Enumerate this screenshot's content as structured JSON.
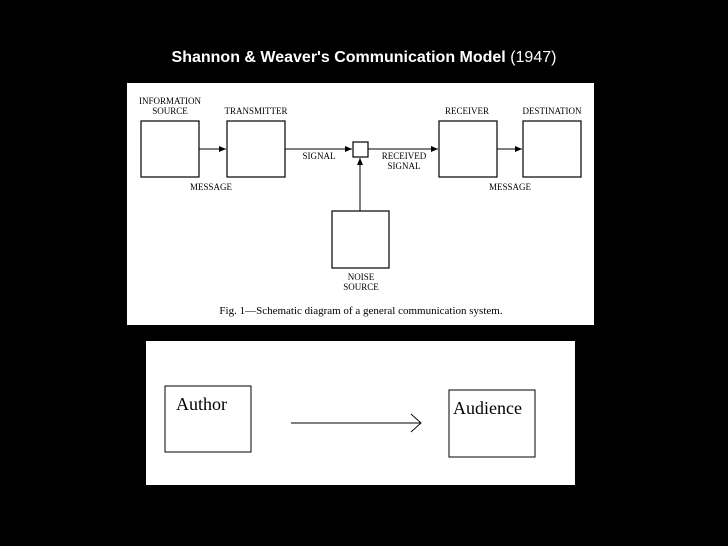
{
  "title": {
    "bold": "Shannon & Weaver's Communication Model",
    "year": "(1947)"
  },
  "diagram1": {
    "info_source_line1": "INFORMATION",
    "info_source_line2": "SOURCE",
    "transmitter": "TRANSMITTER",
    "receiver": "RECEIVER",
    "destination": "DESTINATION",
    "signal": "SIGNAL",
    "received_signal_line1": "RECEIVED",
    "received_signal_line2": "SIGNAL",
    "message_left": "MESSAGE",
    "message_right": "MESSAGE",
    "noise_line1": "NOISE",
    "noise_line2": "SOURCE",
    "caption": "Fig. 1—Schematic diagram of a general communication system."
  },
  "diagram2": {
    "author": "Author",
    "audience": "Audience"
  }
}
